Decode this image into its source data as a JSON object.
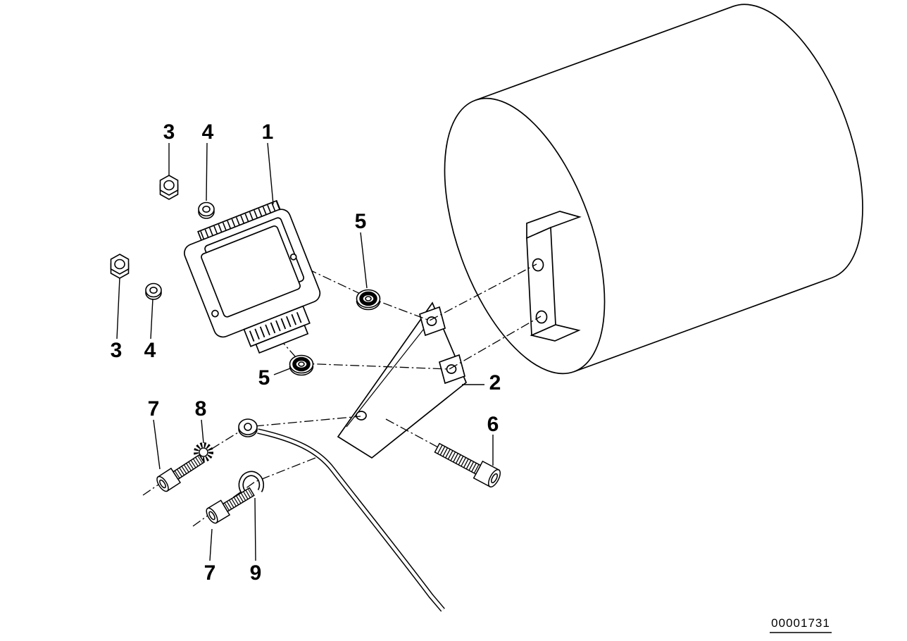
{
  "diagram": {
    "doc_number": "00001731",
    "colors": {
      "line": "#000000",
      "background": "#ffffff"
    },
    "callouts": [
      {
        "id": "callout-3a",
        "label": "3"
      },
      {
        "id": "callout-4a",
        "label": "4"
      },
      {
        "id": "callout-1",
        "label": "1"
      },
      {
        "id": "callout-5a",
        "label": "5"
      },
      {
        "id": "callout-3b",
        "label": "3"
      },
      {
        "id": "callout-4b",
        "label": "4"
      },
      {
        "id": "callout-5b",
        "label": "5"
      },
      {
        "id": "callout-2",
        "label": "2"
      },
      {
        "id": "callout-7a",
        "label": "7"
      },
      {
        "id": "callout-8",
        "label": "8"
      },
      {
        "id": "callout-6",
        "label": "6"
      },
      {
        "id": "callout-7b",
        "label": "7"
      },
      {
        "id": "callout-9",
        "label": "9"
      }
    ]
  }
}
